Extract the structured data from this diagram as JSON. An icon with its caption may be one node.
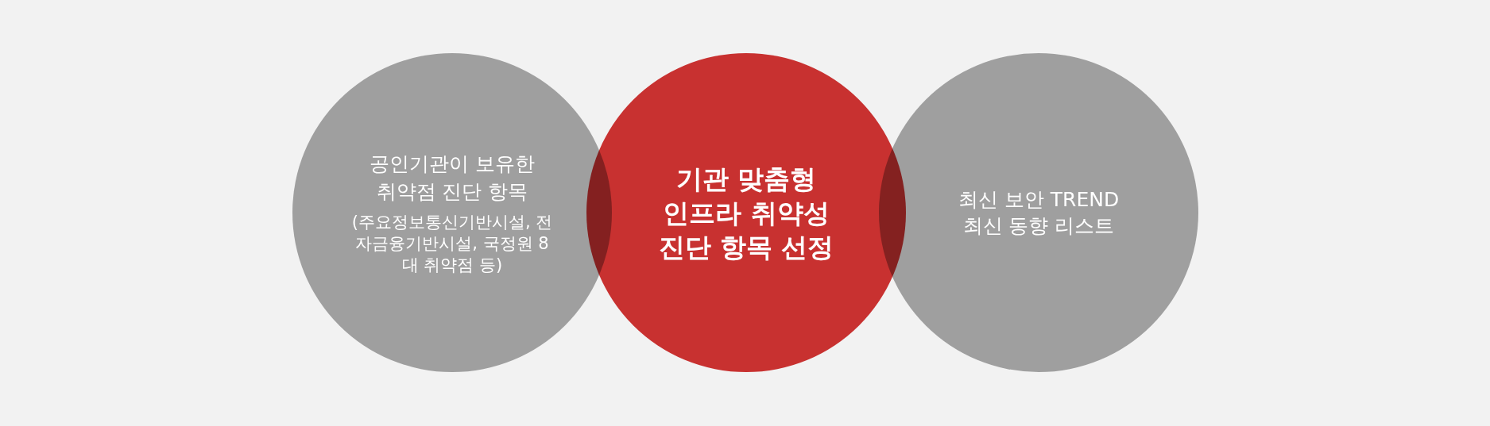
{
  "diagram": {
    "nodes": [
      {
        "text": [
          "공인기관이 보유한 취약점 진단 항목",
          "(주요정보통신기반시설, 전자금융기반시설, 국정원 8대 취약점 등)"
        ]
      },
      {
        "text": [
          "기관 맞춤형 인프라 취약성 진단 항목 선정"
        ]
      },
      {
        "text": [
          "최신 보안 TREND 최신 동향 리스트"
        ]
      }
    ]
  }
}
